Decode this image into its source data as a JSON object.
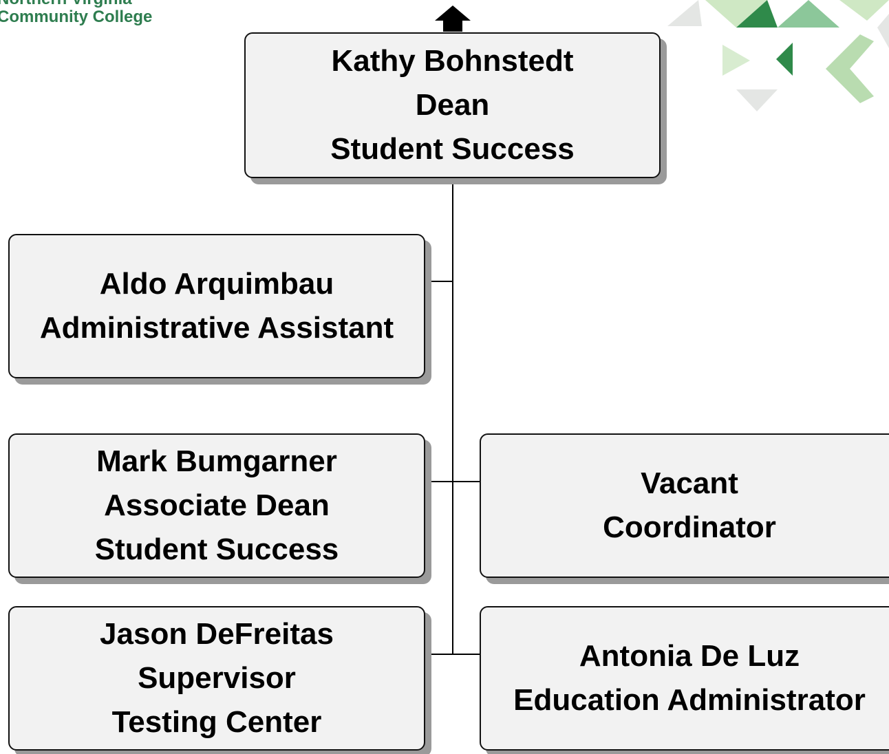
{
  "logo": {
    "line1": "Northern Virginia",
    "line2": "Community College"
  },
  "colors": {
    "logo_green": "#2e7d4f",
    "deco_light_green": "#cfe8c4",
    "deco_mid_green": "#8cc79a",
    "deco_dark_green": "#2f8a4a",
    "deco_grey": "#e4e6e4",
    "box_fill": "#f2f2f2",
    "box_border": "#111111",
    "box_shadow": "#9a9a9a"
  },
  "icons": {
    "up_arrow": "up-arrow-icon",
    "decoration": "triangle-pattern-decoration"
  },
  "org_chart": {
    "root": {
      "name": "Kathy Bohnstedt",
      "title": "Dean",
      "unit": "Student Success"
    },
    "assistant": {
      "name": "Aldo Arquimbau",
      "title": "Administrative Assistant"
    },
    "reports": [
      {
        "name": "Mark Bumgarner",
        "title": "Associate Dean",
        "unit": "Student Success"
      },
      {
        "name": "Vacant",
        "title": "Coordinator"
      },
      {
        "name": "Jason DeFreitas",
        "title": "Supervisor",
        "unit": "Testing Center"
      },
      {
        "name": "Antonia De Luz",
        "title": "Education Administrator"
      }
    ]
  }
}
